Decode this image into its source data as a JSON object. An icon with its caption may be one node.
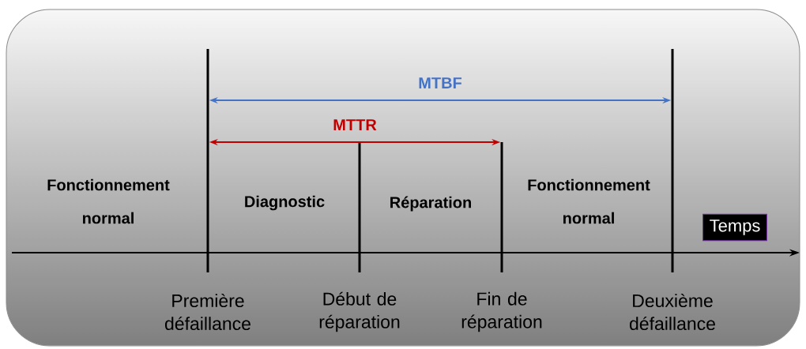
{
  "diagram": {
    "nodes": [
      {
        "text": [],
        "shape": "bar",
        "beside": [
          "Première défaillance"
        ]
      },
      {
        "text": [],
        "shape": "bar",
        "beside": [
          "Début de réparation"
        ]
      },
      {
        "text": [],
        "shape": "bar",
        "beside": [
          "Fin de réparation"
        ]
      },
      {
        "text": [],
        "shape": "bar",
        "beside": [
          "Deuxième défaillance"
        ]
      },
      {
        "text": [
          "Temps"
        ]
      }
    ],
    "edges": [
      {
        "from": 0,
        "to": 3,
        "arrow": "both",
        "label": "MTBF",
        "color": "#4472c4"
      },
      {
        "from": 0,
        "to": 2,
        "arrow": "both",
        "label": "MTTR",
        "color": "#c00000"
      }
    ],
    "labels": [
      "Fonctionnement normal",
      "Diagnostic",
      "Réparation",
      "Fonctionnement normal"
    ]
  }
}
